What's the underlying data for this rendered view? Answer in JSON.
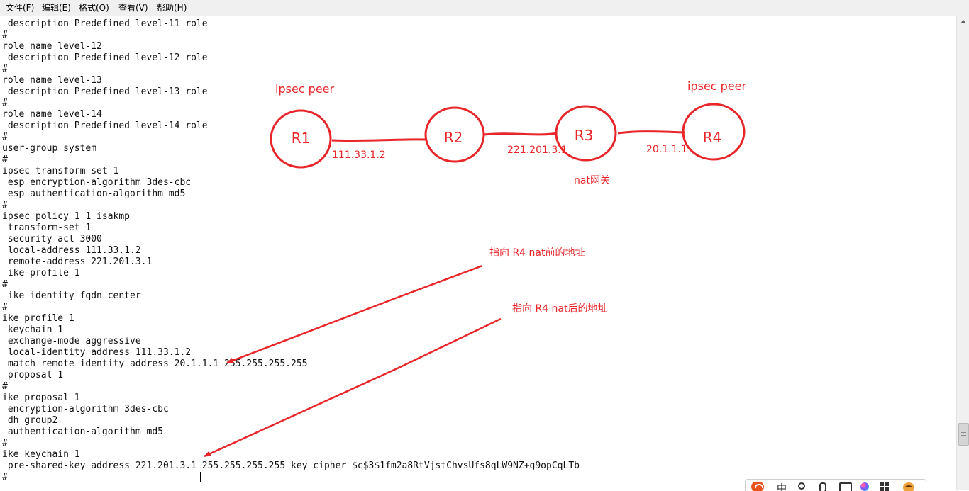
{
  "menu": [
    {
      "label": "文件(F)"
    },
    {
      "label": "编辑(E)"
    },
    {
      "label": "格式(O)"
    },
    {
      "label": "查看(V)"
    },
    {
      "label": "帮助(H)"
    }
  ],
  "code_lines": [
    " description Predefined level-11 role",
    "#",
    "role name level-12",
    " description Predefined level-12 role",
    "#",
    "role name level-13",
    " description Predefined level-13 role",
    "#",
    "role name level-14",
    " description Predefined level-14 role",
    "#",
    "user-group system",
    "#",
    "ipsec transform-set 1",
    " esp encryption-algorithm 3des-cbc",
    " esp authentication-algorithm md5",
    "#",
    "ipsec policy 1 1 isakmp",
    " transform-set 1",
    " security acl 3000",
    " local-address 111.33.1.2",
    " remote-address 221.201.3.1",
    " ike-profile 1",
    "#",
    " ike identity fqdn center",
    "#",
    "ike profile 1",
    " keychain 1",
    " exchange-mode aggressive",
    " local-identity address 111.33.1.2",
    " match remote identity address 20.1.1.1 255.255.255.255",
    " proposal 1",
    "#",
    "ike proposal 1",
    " encryption-algorithm 3des-cbc",
    " dh group2",
    " authentication-algorithm md5",
    "#",
    "ike keychain 1",
    " pre-shared-key address 221.201.3.1 255.255.255.255 key cipher $c$3$1fm2a8RtVjstChvsUfs8qLW9NZ+g9opCqLTb",
    "#"
  ],
  "diagram": {
    "nodes": [
      {
        "label": "R1"
      },
      {
        "label": "R2"
      },
      {
        "label": "R3"
      },
      {
        "label": "R4"
      }
    ],
    "peer_left": "ipsec peer",
    "peer_right": "ipsec peer",
    "link_labels": [
      "111.33.1.2",
      "221.201.3.1",
      "20.1.1.1"
    ],
    "nat_gateway": "nat网关",
    "annotation_before_nat": "指向 R4 nat前的地址",
    "annotation_after_nat": "指向 R4 nat后的地址",
    "accent_color": "#e8262a"
  },
  "ime": {
    "mode_label": "中"
  }
}
